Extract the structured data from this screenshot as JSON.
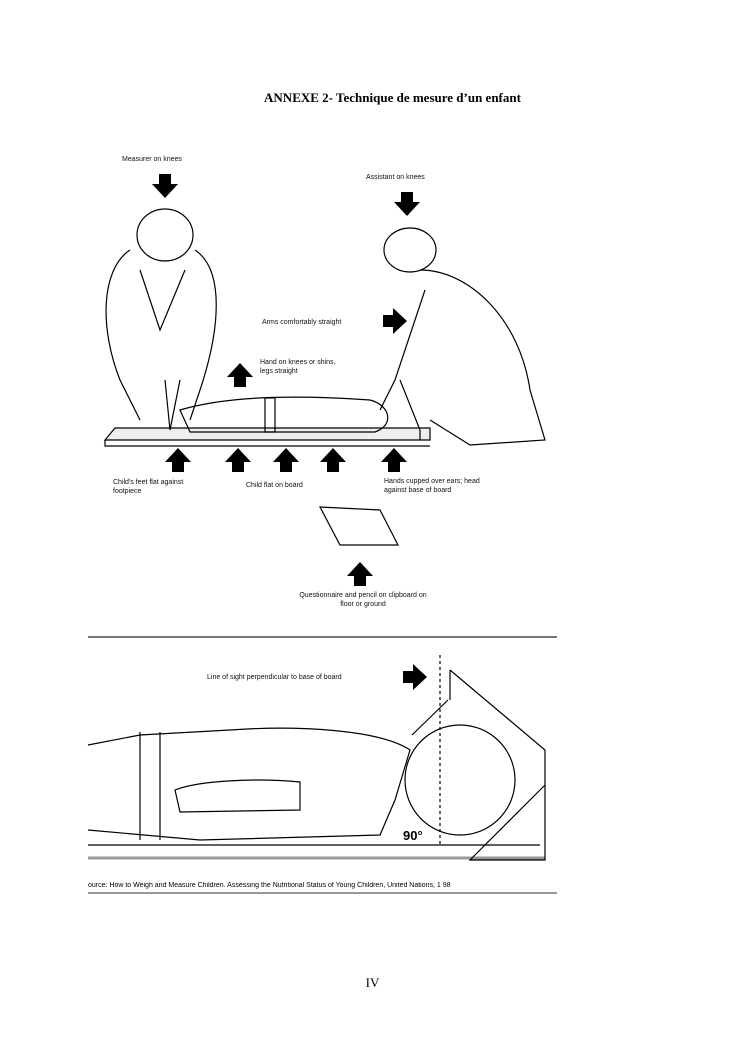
{
  "title": "ANNEXE 2- Technique de mesure d’un enfant",
  "labels": {
    "measurer": "Measurer on knees",
    "assistant": "Assistant on knees",
    "arms": "Arms comfortably straight",
    "hand_knees": "Hand on knees or shins, legs straight",
    "feet": "Child's feet flat against footpiece",
    "flat": "Child flat on board",
    "hands_cupped": "Hands cupped over ears; head against base of board",
    "questionnaire": "Questionnaire and pencil on clipboard on floor or ground",
    "line_of_sight": "Line of sight perpendicular to base of board",
    "angle": "90°"
  },
  "source": "ource: How to Weigh and Measure Children. Assessing the Nutritional Status of Young Children, United Nations, 1 98",
  "page_number": "IV"
}
